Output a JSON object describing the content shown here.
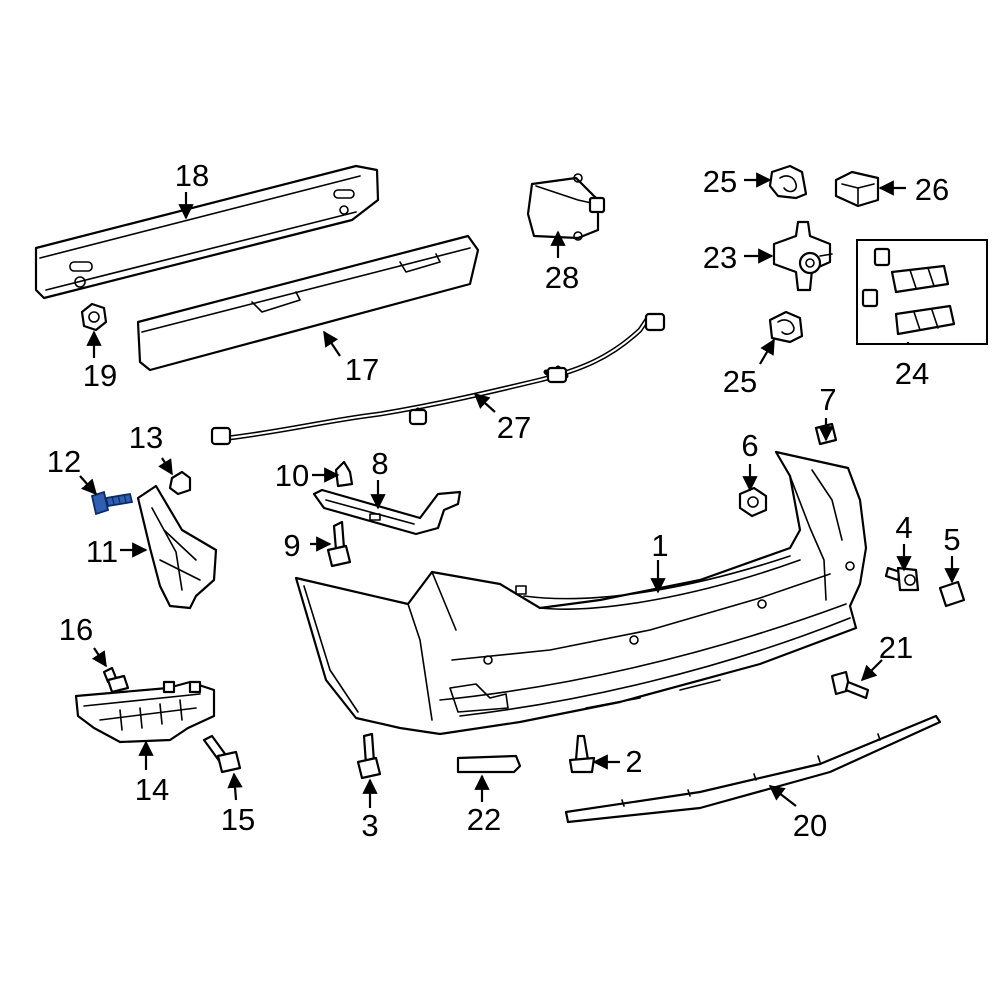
{
  "diagram": {
    "accent_color": "#2f5fb3",
    "callouts": {
      "c1": "1",
      "c2": "2",
      "c3": "3",
      "c4": "4",
      "c5": "5",
      "c6": "6",
      "c7": "7",
      "c8": "8",
      "c9": "9",
      "c10": "10",
      "c11": "11",
      "c12": "12",
      "c13": "13",
      "c14": "14",
      "c15": "15",
      "c16": "16",
      "c17": "17",
      "c18": "18",
      "c19": "19",
      "c20": "20",
      "c21": "21",
      "c22": "22",
      "c23": "23",
      "c24": "24",
      "c25a": "25",
      "c25b": "25",
      "c26": "26",
      "c27": "27",
      "c28": "28"
    }
  }
}
